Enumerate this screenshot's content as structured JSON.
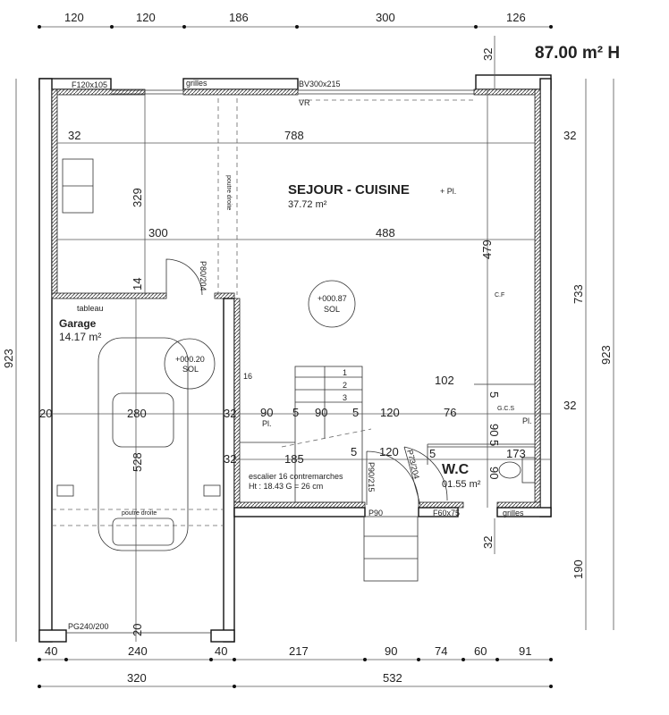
{
  "title": "87.00 m² H",
  "top_dims": [
    "120",
    "120",
    "186",
    "300",
    "126"
  ],
  "bottom_dims_1": [
    "40",
    "240",
    "40",
    "217",
    "90",
    "74",
    "60",
    "91"
  ],
  "bottom_dims_2": [
    "320",
    "532"
  ],
  "left_dim": "923",
  "right_dims": {
    "top": "32",
    "mid": "733",
    "total": "923",
    "bottom": "190",
    "bottom_32": "32"
  },
  "openings": {
    "f120": "F120x105",
    "grilles_top": "grilles",
    "bv": "BV300x215",
    "vr": "VR",
    "p80": "P80/204",
    "p90_215": "P90/215",
    "p90": "P90",
    "p73": "P73/204",
    "f60": "F60x75",
    "grilles_bottom": "grilles",
    "pg": "PG240/200",
    "tableau": "tableau",
    "poutre": "poutre droite",
    "cf": "C.F",
    "douche": "poutre droite"
  },
  "rooms": {
    "sejour": {
      "name": "SEJOUR - CUISINE",
      "suffix": "+ Pl.",
      "area": "37.72 m²"
    },
    "garage": {
      "name": "Garage",
      "area": "14.17 m²"
    },
    "wc": {
      "name": "W.C",
      "area": "01.55 m²"
    }
  },
  "levels": {
    "sejour": {
      "value": "+000.87",
      "label": "SOL"
    },
    "garage": {
      "value": "+000.20",
      "label": "SOL"
    }
  },
  "inner_dims": {
    "d32a": "32",
    "d788": "788",
    "d32b": "32",
    "d329": "329",
    "d300": "300",
    "d488": "488",
    "d479": "479",
    "d14": "14",
    "d280": "280",
    "d20": "20",
    "d32c": "32",
    "d90a": "90",
    "pl1": "Pl.",
    "d5a": "5",
    "d90b": "90",
    "d5b": "5",
    "d120a": "120",
    "d76": "76",
    "d90c": "90",
    "gcs": "G.C.S",
    "pl2": "Pl.",
    "d32d": "32",
    "d102": "102",
    "d528": "528",
    "d32e": "32",
    "d185": "185",
    "d5c": "5",
    "d120b": "120",
    "d5d": "5",
    "d90d": "90",
    "d173": "173",
    "d20b": "20",
    "d16": "16",
    "s1": "1",
    "s2": "2",
    "s3": "3",
    "d5e": "5",
    "d5f": "5"
  },
  "stair": {
    "line1": "escalier 16 contremarches",
    "line2": "Ht : 18.43 G = 26 cm"
  }
}
